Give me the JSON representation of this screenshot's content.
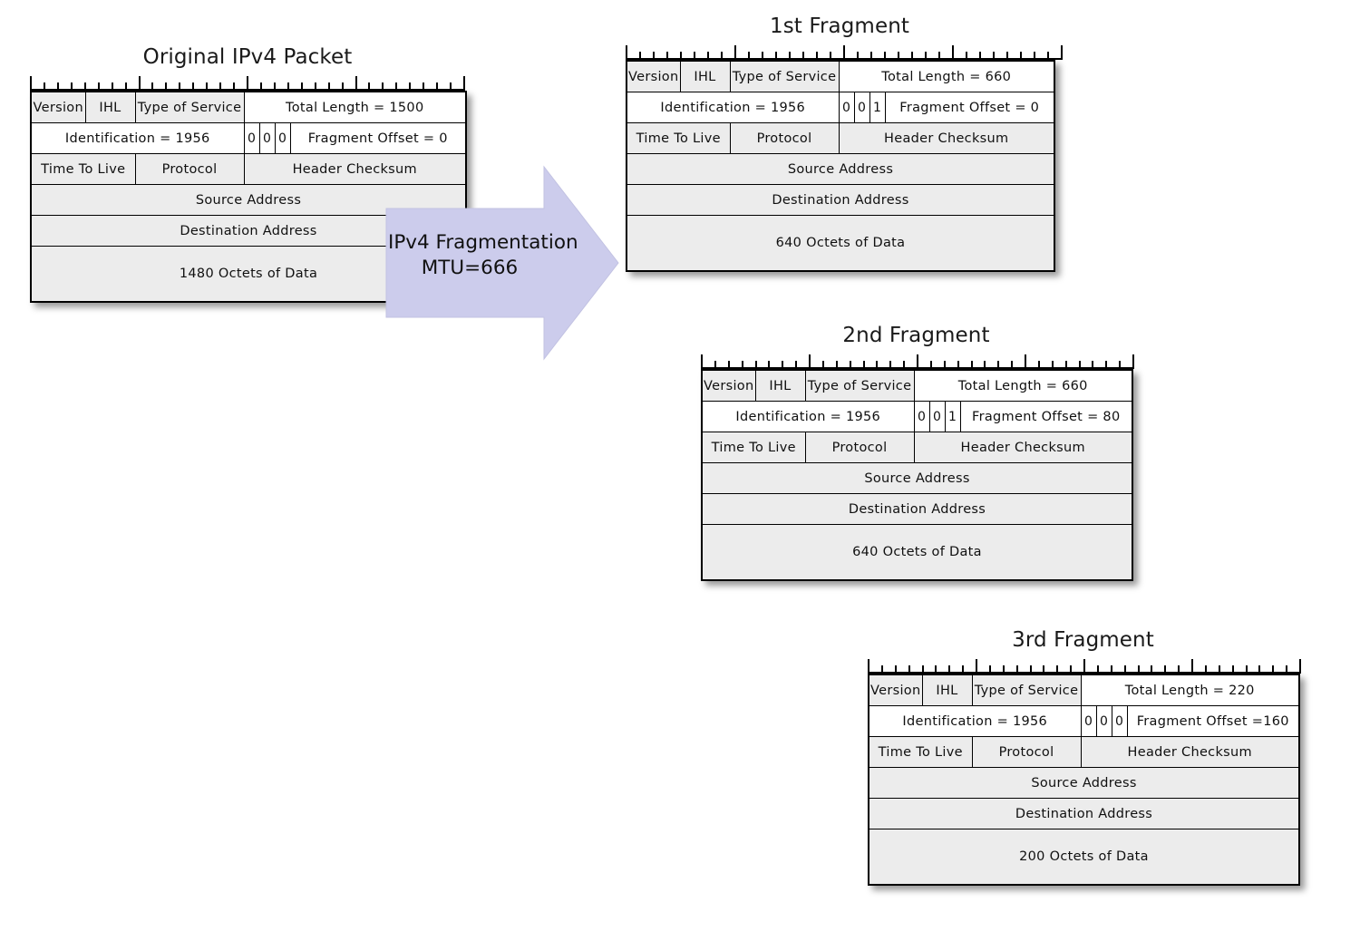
{
  "diagram": {
    "title_semantic": "IPv4 fragmentation diagram",
    "colors": {
      "field_fill": "#ececec",
      "field_fill_alt": "#ffffff",
      "border": "#000000",
      "arrow_fill": "#ccccec",
      "arrow_stroke": "#b9b9dd",
      "text": "#101010"
    },
    "ruler": {
      "bits": 32,
      "major_every": 8
    }
  },
  "arrow": {
    "line1": "IPv4 Fragmentation",
    "line2": "MTU=666",
    "icon": "right-arrow-icon"
  },
  "packets": [
    {
      "id": "original",
      "title": "Original IPv4 Packet",
      "version": "Version",
      "ihl": "IHL",
      "tos": "Type of Service",
      "total_length": "Total Length = 1500",
      "identification": "Identification = 1956",
      "flags": [
        "0",
        "0",
        "0"
      ],
      "fragment_offset": "Fragment Offset = 0",
      "ttl": "Time To Live",
      "protocol": "Protocol",
      "checksum": "Header Checksum",
      "source": "Source Address",
      "destination": "Destination Address",
      "data": "1480 Octets of Data"
    },
    {
      "id": "fragment1",
      "title": "1st Fragment",
      "version": "Version",
      "ihl": "IHL",
      "tos": "Type of Service",
      "total_length": "Total Length = 660",
      "identification": "Identification = 1956",
      "flags": [
        "0",
        "0",
        "1"
      ],
      "fragment_offset": "Fragment Offset = 0",
      "ttl": "Time To Live",
      "protocol": "Protocol",
      "checksum": "Header Checksum",
      "source": "Source Address",
      "destination": "Destination Address",
      "data": "640 Octets of Data"
    },
    {
      "id": "fragment2",
      "title": "2nd Fragment",
      "version": "Version",
      "ihl": "IHL",
      "tos": "Type of Service",
      "total_length": "Total Length = 660",
      "identification": "Identification = 1956",
      "flags": [
        "0",
        "0",
        "1"
      ],
      "fragment_offset": "Fragment Offset = 80",
      "ttl": "Time To Live",
      "protocol": "Protocol",
      "checksum": "Header Checksum",
      "source": "Source Address",
      "destination": "Destination Address",
      "data": "640 Octets of Data"
    },
    {
      "id": "fragment3",
      "title": "3rd Fragment",
      "version": "Version",
      "ihl": "IHL",
      "tos": "Type of Service",
      "total_length": "Total Length = 220",
      "identification": "Identification = 1956",
      "flags": [
        "0",
        "0",
        "0"
      ],
      "fragment_offset": "Fragment Offset =160",
      "ttl": "Time To Live",
      "protocol": "Protocol",
      "checksum": "Header Checksum",
      "source": "Source Address",
      "destination": "Destination Address",
      "data": "200 Octets of Data"
    }
  ]
}
